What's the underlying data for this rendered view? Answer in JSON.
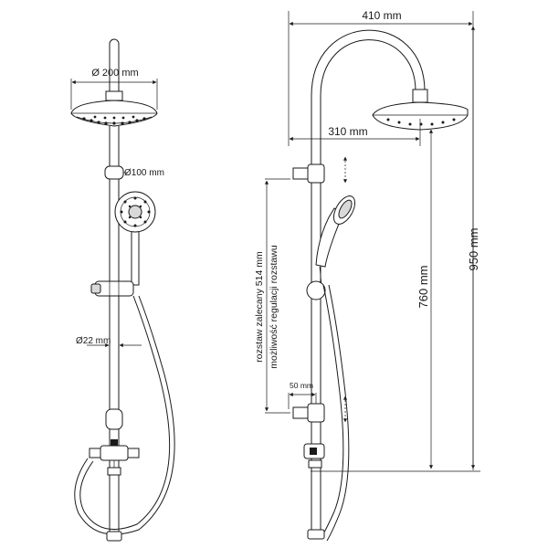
{
  "dimensions": {
    "head_diameter": "Ø 200 mm",
    "hand_diameter": "Ø100 mm",
    "pipe_diameter": "Ø22 mm",
    "width_total": "410 mm",
    "arm_reach": "310 mm",
    "height_total": "950 mm",
    "height_head": "760 mm",
    "bracket_depth": "50 mm"
  },
  "notes": {
    "spacing_recommended": "rozstaw zalecany 514 mm",
    "spacing_adjustable": "możliwość regulacji rozstawu"
  },
  "icons": [
    "front-view",
    "side-view",
    "shower-head-icon",
    "hand-shower-icon",
    "diverter-icon"
  ],
  "colors": {
    "line": "#1a1a1a",
    "background": "#ffffff",
    "fill": "#d9d9d9"
  }
}
